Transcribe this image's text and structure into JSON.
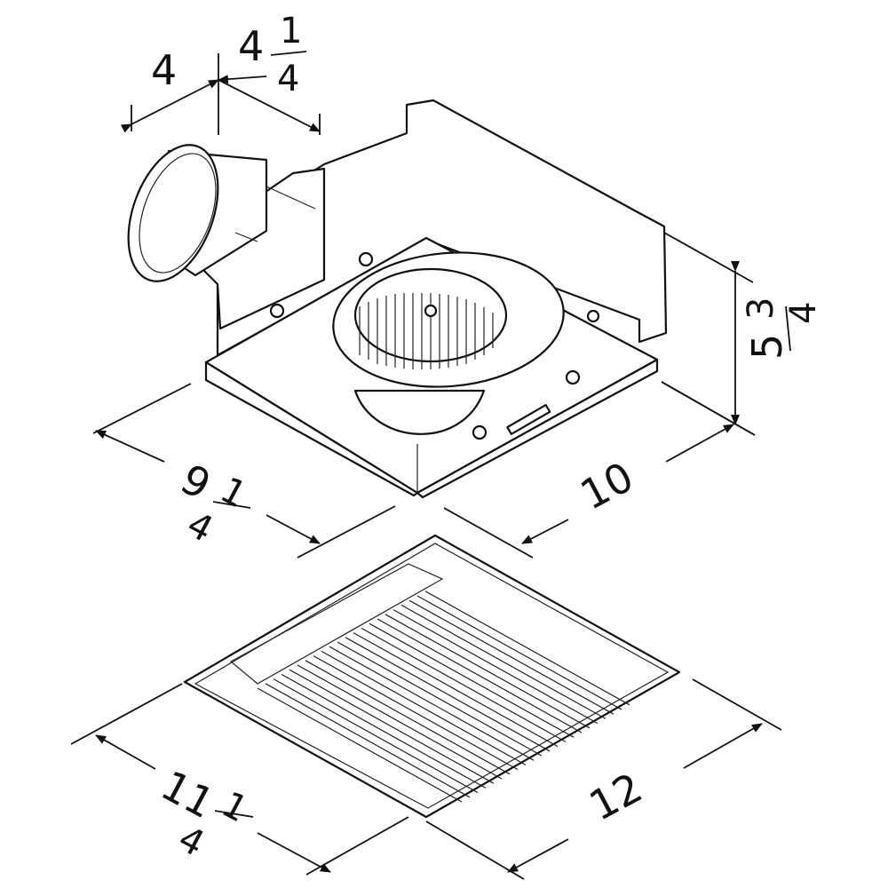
{
  "dimensions": {
    "duct_diameter": {
      "whole": "4",
      "fraction": ""
    },
    "duct_length": {
      "whole": "4",
      "fraction_num": "1",
      "fraction_den": "4"
    },
    "housing_height": {
      "whole": "5",
      "fraction_num": "3",
      "fraction_den": "4"
    },
    "housing_depth": {
      "whole": "9",
      "fraction_num": "1",
      "fraction_den": "4"
    },
    "housing_width": {
      "whole": "10",
      "fraction": ""
    },
    "grille_depth": {
      "whole": "11",
      "fraction_num": "1",
      "fraction_den": "4"
    },
    "grille_width": {
      "whole": "12",
      "fraction": ""
    }
  }
}
